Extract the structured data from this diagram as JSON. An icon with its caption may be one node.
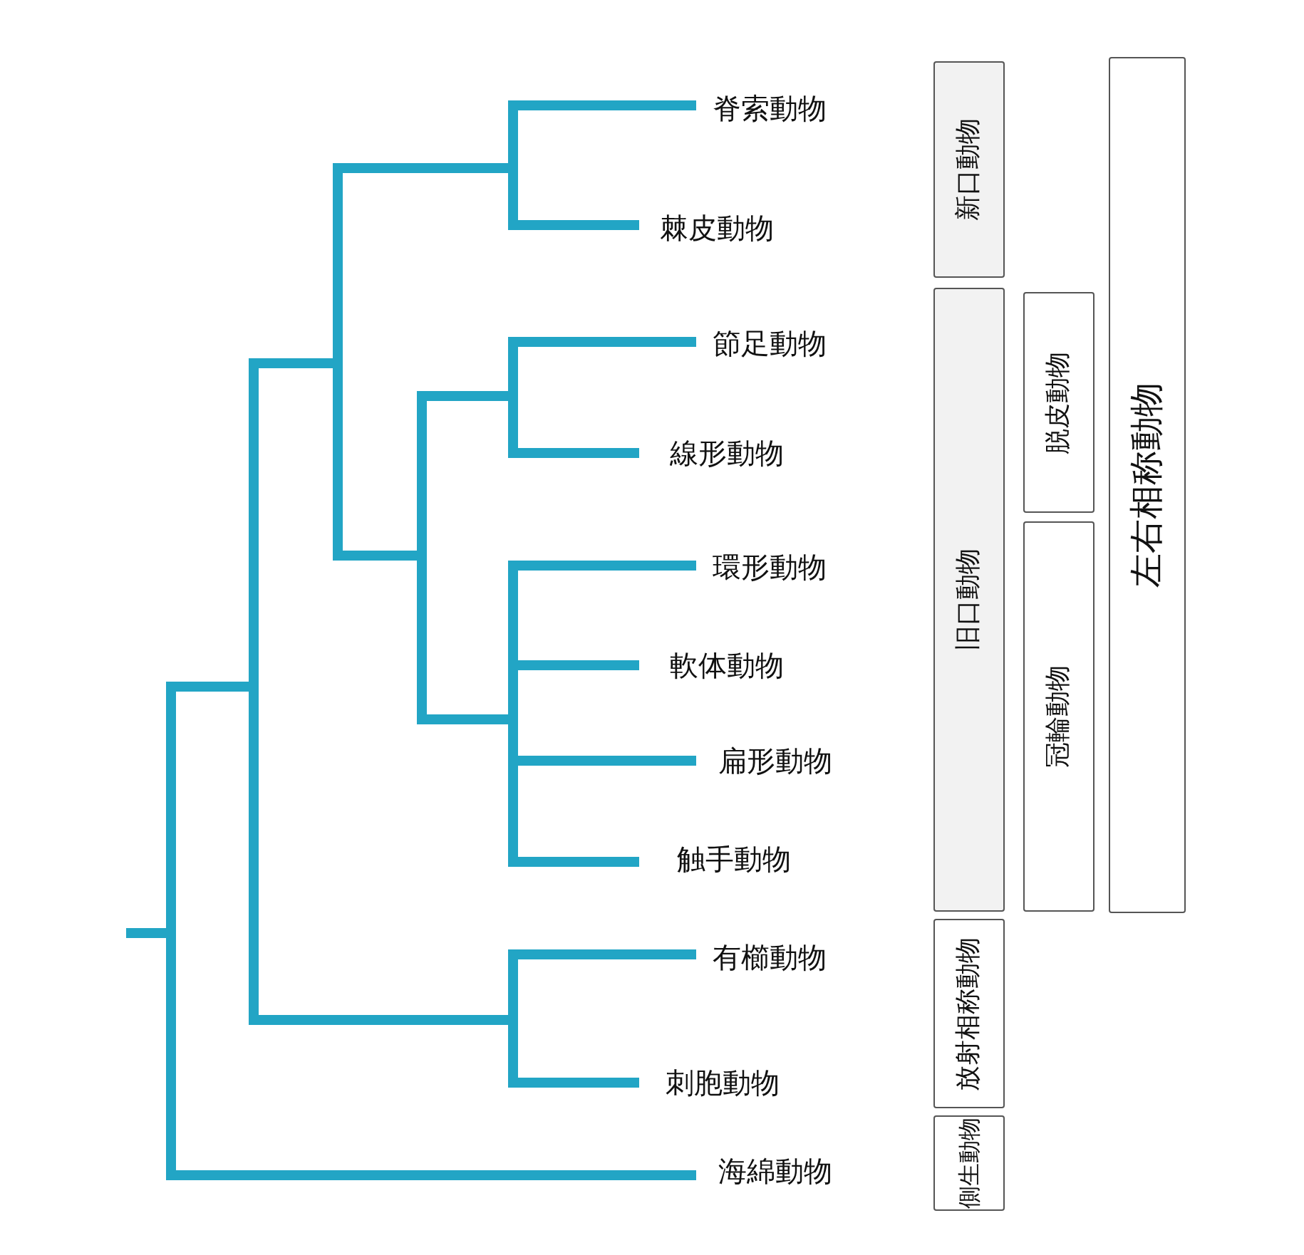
{
  "diagram": {
    "nodes": [
      {
        "text": [
          "新口動物"
        ]
      },
      {
        "text": [
          "旧口動物"
        ]
      },
      {
        "text": [
          "放射相称動物"
        ]
      },
      {
        "text": [
          "側生動物"
        ]
      },
      {
        "text": [
          "脱皮動物"
        ]
      },
      {
        "text": [
          "冠輪動物"
        ]
      },
      {
        "text": [
          "左右相称動物"
        ]
      }
    ],
    "labels": [
      "脊索動物",
      "棘皮動物",
      "節足動物",
      "線形動物",
      "環形動物",
      "軟体動物",
      "扁形動物",
      "触手動物",
      "有櫛動物",
      "刺胞動物",
      "海綿動物"
    ]
  }
}
